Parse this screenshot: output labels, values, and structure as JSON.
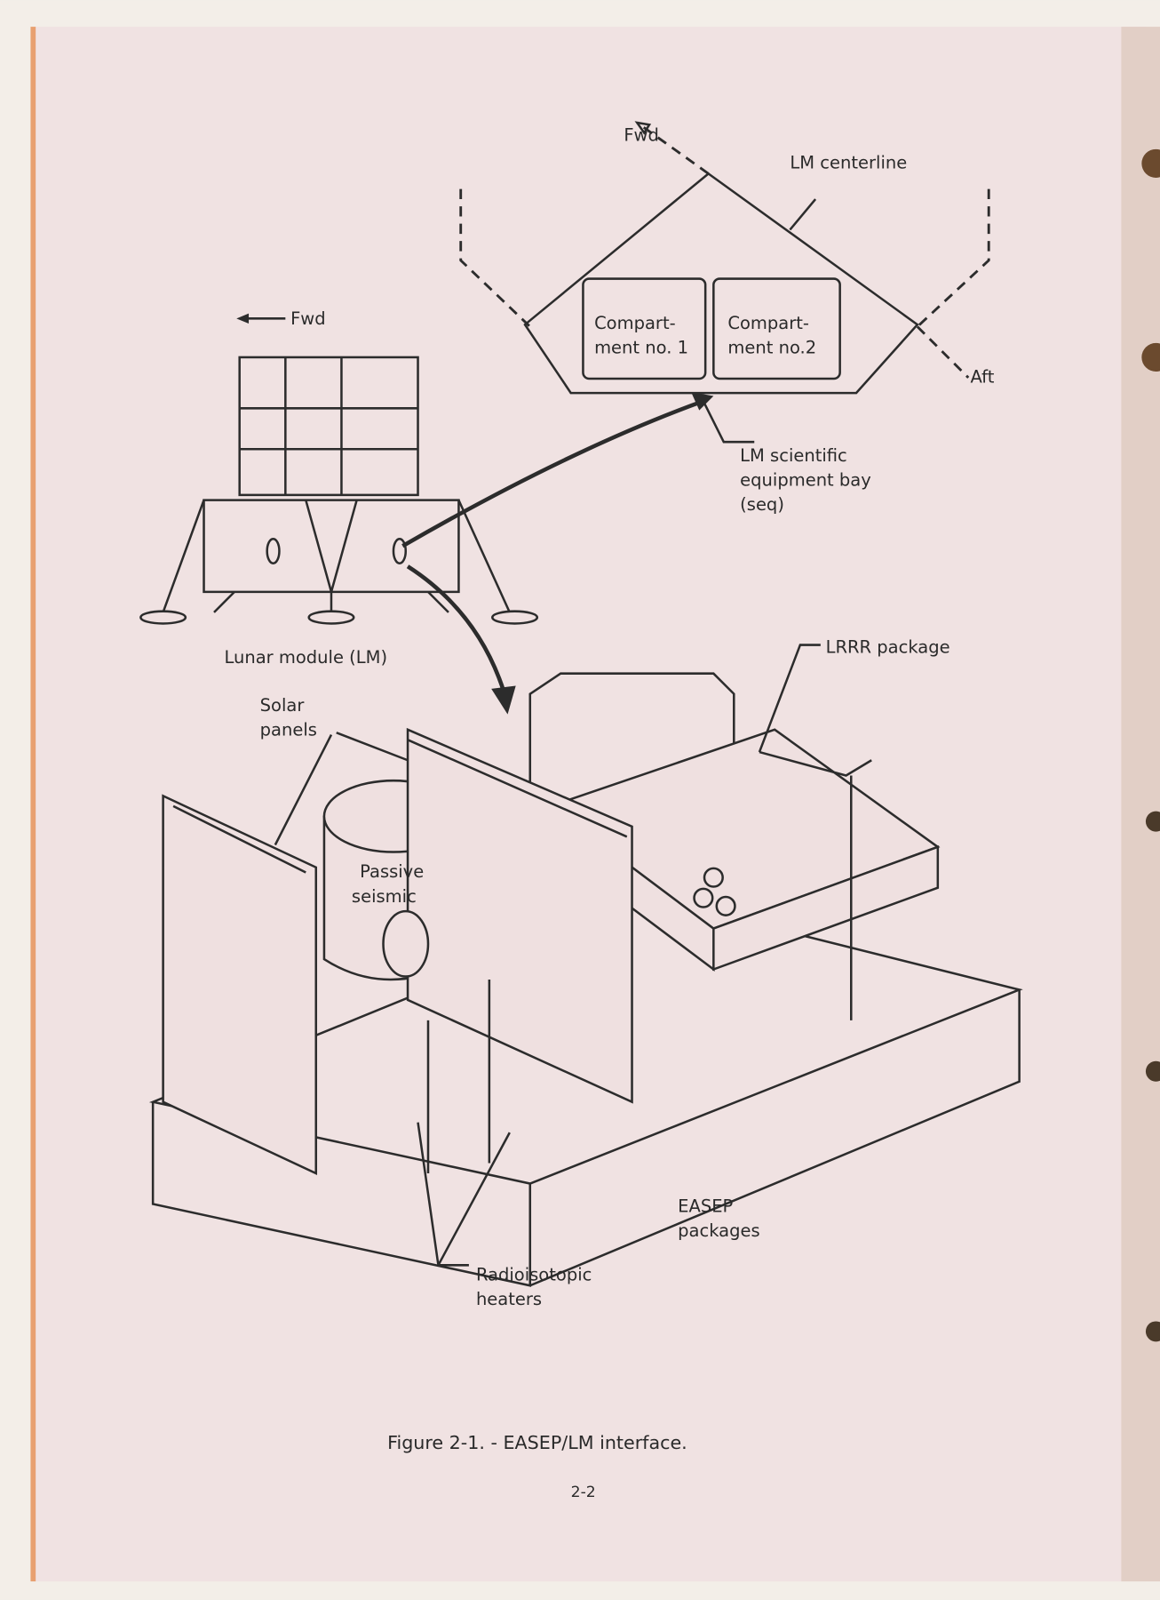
{
  "page": {
    "figure_caption": "Figure 2-1. - EASEP/LM interface.",
    "page_number": "2-2",
    "paper_color": "#f0e2e2",
    "ink_color": "#2c2c2c"
  },
  "bay_diagram": {
    "fwd_label": "Fwd",
    "centerline_label": "LM centerline",
    "aft_label": "Aft",
    "compartment_1": [
      "Compart-",
      "ment no. 1"
    ],
    "compartment_2": [
      "Compart-",
      "ment no.2"
    ],
    "seq_label": [
      "LM scientific",
      "equipment bay",
      "(seq)"
    ]
  },
  "lm_diagram": {
    "fwd_label": "Fwd",
    "caption": "Lunar module (LM)"
  },
  "easep_diagram": {
    "solar_panels": [
      "Solar",
      "panels"
    ],
    "passive_seismic": [
      "Passive",
      "seismic"
    ],
    "lrrr_package": "LRRR package",
    "easep_packages": [
      "EASEP",
      "packages"
    ],
    "radioisotopic_heaters": [
      "Radioisotopic",
      "heaters"
    ]
  }
}
